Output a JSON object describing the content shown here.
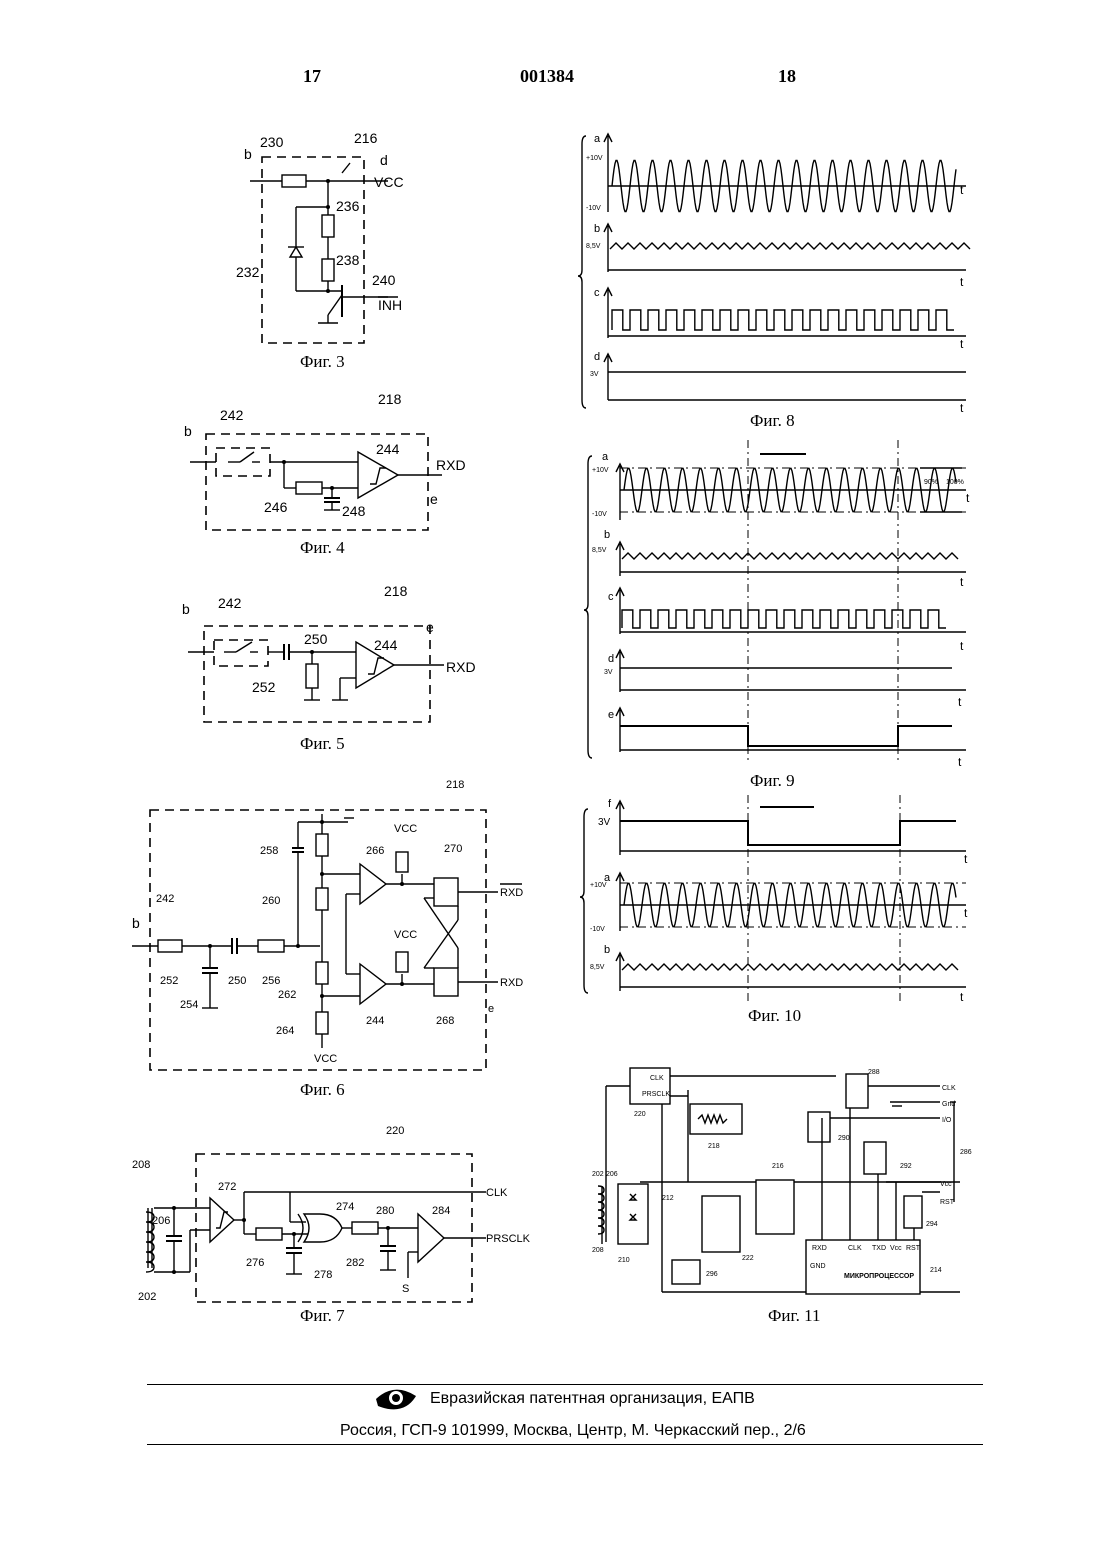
{
  "header": {
    "left_page": "17",
    "doc_number": "001384",
    "right_page": "18"
  },
  "figures": {
    "fig3": {
      "caption": "Фиг. 3",
      "labels": {
        "block": "216",
        "resistor": "230",
        "zener": "232",
        "r1": "236",
        "r2": "238",
        "transistor": "240",
        "input": "b",
        "output": "d",
        "vcc": "VCC",
        "inh": "INH"
      }
    },
    "fig4": {
      "caption": "Фиг. 4",
      "labels": {
        "block": "218",
        "switch": "242",
        "comparator": "244",
        "resistor": "246",
        "capacitor": "248",
        "input": "b",
        "output": "RXD",
        "out_node": "e"
      }
    },
    "fig5": {
      "caption": "Фиг. 5",
      "labels": {
        "block": "218",
        "switch": "242",
        "capacitor": "250",
        "comparator": "244",
        "resistor": "252",
        "input": "b",
        "output": "RXD",
        "out_node": "e"
      }
    },
    "fig6": {
      "caption": "Фиг. 6",
      "labels": {
        "block": "218",
        "filter": "242",
        "r252": "252",
        "c254": "254",
        "c250": "250",
        "r256": "256",
        "r258": "258",
        "r260": "260",
        "r262": "262",
        "r264": "264",
        "comp266": "266",
        "comp244": "244",
        "ff270": "270",
        "ff268": "268",
        "vcc": "VCC",
        "rxd_bar": "RXD",
        "rxd": "RXD",
        "input": "b",
        "out_node": "e"
      }
    },
    "fig7": {
      "caption": "Фиг. 7",
      "labels": {
        "block": "220",
        "coil": "208",
        "cap206": "206",
        "winding": "202",
        "comp272": "272",
        "xor274": "274",
        "r276": "276",
        "c278": "278",
        "r280": "280",
        "c282": "282",
        "comp284": "284",
        "clk": "CLK",
        "prsclk": "PRSCLK",
        "s": "S"
      }
    },
    "fig8": {
      "caption": "Фиг. 8",
      "traces": [
        "a",
        "b",
        "c",
        "d"
      ],
      "levels": {
        "a_pos": "+10V",
        "a_neg": "-10V",
        "b": "8,5V",
        "d": "3V"
      },
      "axis": "t"
    },
    "fig9": {
      "caption": "Фиг. 9",
      "traces": [
        "a",
        "b",
        "c",
        "d",
        "e"
      ],
      "levels": {
        "a_pos": "+10V",
        "a_neg": "-10V",
        "b": "8,5V",
        "d": "3V"
      },
      "pct90": "90%",
      "pct100": "100%",
      "axis": "t"
    },
    "fig10": {
      "caption": "Фиг. 10",
      "traces": [
        "f",
        "a",
        "b"
      ],
      "levels": {
        "f": "3V",
        "a_pos": "+10V",
        "a_neg": "-10V",
        "b": "8,5V"
      },
      "axis": "t"
    },
    "fig11": {
      "caption": "Фиг. 11",
      "labels": {
        "b220": "220",
        "clk_in": "CLK",
        "prsclk_in": "PRSCLK",
        "b218": "218",
        "b216": "216",
        "b210": "210",
        "b212": "212",
        "b222": "222",
        "b202": "202",
        "b206": "206",
        "b208": "208",
        "b296": "296",
        "b288": "288",
        "b290": "290",
        "b292": "292",
        "b294": "294",
        "b286": "286",
        "b214": "214",
        "clk_out": "CLK",
        "gnd": "Gnd",
        "io": "I/O",
        "vcc": "Vcc",
        "rst": "RST",
        "mp": "МИКРОПРОЦЕССОР",
        "pin_rxd": "RXD",
        "pin_clk": "CLK",
        "pin_txd": "TXD",
        "pin_vcc": "Vcc",
        "pin_rst": "RST",
        "pin_gnd": "GND"
      }
    }
  },
  "footer": {
    "org": "Евразийская патентная организация, ЕАПВ",
    "address": "Россия, ГСП-9 101999, Москва, Центр, М. Черкасский пер., 2/6"
  }
}
